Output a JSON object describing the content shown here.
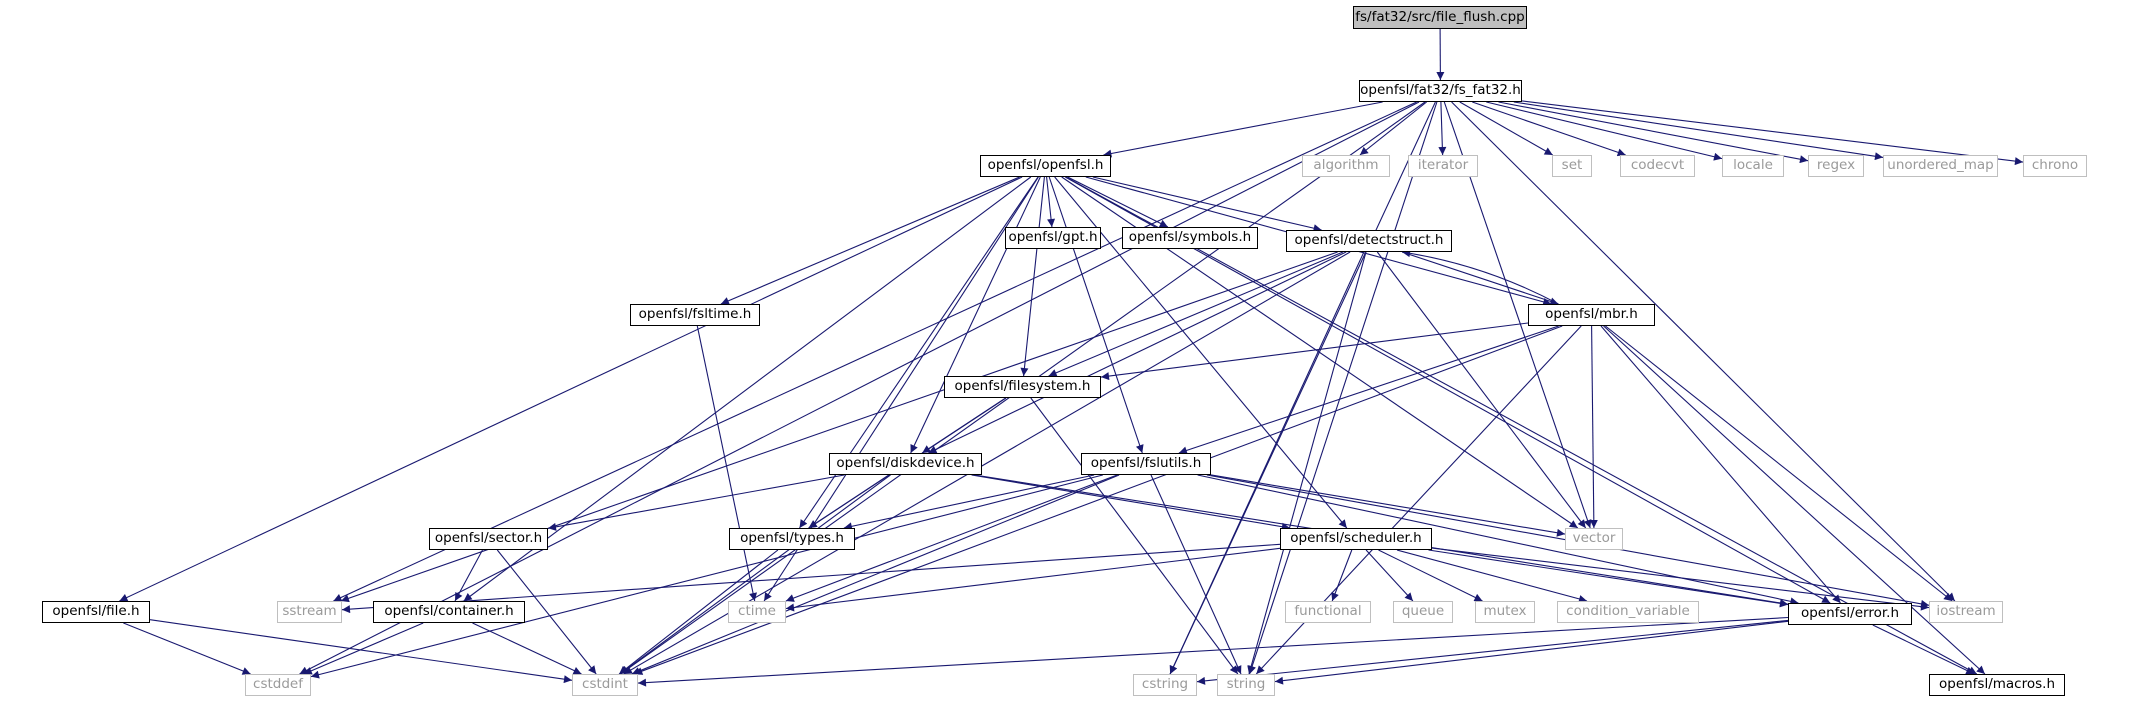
{
  "diagram": {
    "title": "",
    "edge_color": "#191970",
    "nodes": [
      {
        "id": "file_flush",
        "label": "fs/fat32/src/file_flush.cpp",
        "kind": "root"
      },
      {
        "id": "fs_fat32",
        "label": "openfsl/fat32/fs_fat32.h",
        "kind": "header"
      },
      {
        "id": "openfsl",
        "label": "openfsl/openfsl.h",
        "kind": "header"
      },
      {
        "id": "algorithm",
        "label": "algorithm",
        "kind": "system"
      },
      {
        "id": "iterator",
        "label": "iterator",
        "kind": "system"
      },
      {
        "id": "set",
        "label": "set",
        "kind": "system"
      },
      {
        "id": "codecvt",
        "label": "codecvt",
        "kind": "system"
      },
      {
        "id": "locale",
        "label": "locale",
        "kind": "system"
      },
      {
        "id": "regex",
        "label": "regex",
        "kind": "system"
      },
      {
        "id": "unordered_map",
        "label": "unordered_map",
        "kind": "system"
      },
      {
        "id": "chrono",
        "label": "chrono",
        "kind": "system"
      },
      {
        "id": "gpt",
        "label": "openfsl/gpt.h",
        "kind": "header"
      },
      {
        "id": "symbols",
        "label": "openfsl/symbols.h",
        "kind": "header"
      },
      {
        "id": "detectstruct",
        "label": "openfsl/detectstruct.h",
        "kind": "header"
      },
      {
        "id": "fsltime",
        "label": "openfsl/fsltime.h",
        "kind": "header"
      },
      {
        "id": "mbr",
        "label": "openfsl/mbr.h",
        "kind": "header"
      },
      {
        "id": "filesystem",
        "label": "openfsl/filesystem.h",
        "kind": "header"
      },
      {
        "id": "diskdevice",
        "label": "openfsl/diskdevice.h",
        "kind": "header"
      },
      {
        "id": "fslutils",
        "label": "openfsl/fslutils.h",
        "kind": "header"
      },
      {
        "id": "vector",
        "label": "vector",
        "kind": "system"
      },
      {
        "id": "sector",
        "label": "openfsl/sector.h",
        "kind": "header"
      },
      {
        "id": "types",
        "label": "openfsl/types.h",
        "kind": "header"
      },
      {
        "id": "scheduler",
        "label": "openfsl/scheduler.h",
        "kind": "header"
      },
      {
        "id": "file",
        "label": "openfsl/file.h",
        "kind": "header"
      },
      {
        "id": "sstream",
        "label": "sstream",
        "kind": "system"
      },
      {
        "id": "container",
        "label": "openfsl/container.h",
        "kind": "header"
      },
      {
        "id": "ctime",
        "label": "ctime",
        "kind": "system"
      },
      {
        "id": "functional",
        "label": "functional",
        "kind": "system"
      },
      {
        "id": "queue",
        "label": "queue",
        "kind": "system"
      },
      {
        "id": "mutex",
        "label": "mutex",
        "kind": "system"
      },
      {
        "id": "condition_variable",
        "label": "condition_variable",
        "kind": "system"
      },
      {
        "id": "error",
        "label": "openfsl/error.h",
        "kind": "header"
      },
      {
        "id": "iostream",
        "label": "iostream",
        "kind": "system"
      },
      {
        "id": "cstddef",
        "label": "cstddef",
        "kind": "system"
      },
      {
        "id": "cstdint",
        "label": "cstdint",
        "kind": "system"
      },
      {
        "id": "cstring",
        "label": "cstring",
        "kind": "system"
      },
      {
        "id": "string",
        "label": "string",
        "kind": "system"
      },
      {
        "id": "macros",
        "label": "openfsl/macros.h",
        "kind": "header"
      }
    ],
    "edges": [
      [
        "file_flush",
        "fs_fat32"
      ],
      [
        "fs_fat32",
        "openfsl"
      ],
      [
        "fs_fat32",
        "algorithm"
      ],
      [
        "fs_fat32",
        "iterator"
      ],
      [
        "fs_fat32",
        "set"
      ],
      [
        "fs_fat32",
        "codecvt"
      ],
      [
        "fs_fat32",
        "locale"
      ],
      [
        "fs_fat32",
        "regex"
      ],
      [
        "fs_fat32",
        "unordered_map"
      ],
      [
        "fs_fat32",
        "chrono"
      ],
      [
        "fs_fat32",
        "iostream"
      ],
      [
        "fs_fat32",
        "vector"
      ],
      [
        "fs_fat32",
        "string"
      ],
      [
        "fs_fat32",
        "sstream"
      ],
      [
        "fs_fat32",
        "cstddef"
      ],
      [
        "fs_fat32",
        "cstdint"
      ],
      [
        "fs_fat32",
        "cstring"
      ],
      [
        "openfsl",
        "gpt"
      ],
      [
        "openfsl",
        "symbols"
      ],
      [
        "openfsl",
        "detectstruct"
      ],
      [
        "openfsl",
        "fsltime"
      ],
      [
        "openfsl",
        "mbr"
      ],
      [
        "openfsl",
        "filesystem"
      ],
      [
        "openfsl",
        "diskdevice"
      ],
      [
        "openfsl",
        "fslutils"
      ],
      [
        "openfsl",
        "types"
      ],
      [
        "openfsl",
        "scheduler"
      ],
      [
        "openfsl",
        "file"
      ],
      [
        "openfsl",
        "container"
      ],
      [
        "openfsl",
        "ctime"
      ],
      [
        "openfsl",
        "error"
      ],
      [
        "openfsl",
        "macros"
      ],
      [
        "openfsl",
        "vector"
      ],
      [
        "detectstruct",
        "mbr"
      ],
      [
        "detectstruct",
        "filesystem"
      ],
      [
        "detectstruct",
        "diskdevice"
      ],
      [
        "detectstruct",
        "vector"
      ],
      [
        "detectstruct",
        "sstream"
      ],
      [
        "detectstruct",
        "cstdint"
      ],
      [
        "detectstruct",
        "cstring"
      ],
      [
        "detectstruct",
        "string"
      ],
      [
        "mbr",
        "detectstruct"
      ],
      [
        "mbr",
        "filesystem"
      ],
      [
        "mbr",
        "fslutils"
      ],
      [
        "mbr",
        "vector"
      ],
      [
        "mbr",
        "error"
      ],
      [
        "mbr",
        "iostream"
      ],
      [
        "mbr",
        "cstdint"
      ],
      [
        "mbr",
        "string"
      ],
      [
        "mbr",
        "macros"
      ],
      [
        "fsltime",
        "ctime"
      ],
      [
        "filesystem",
        "diskdevice"
      ],
      [
        "filesystem",
        "types"
      ],
      [
        "filesystem",
        "string"
      ],
      [
        "diskdevice",
        "sector"
      ],
      [
        "diskdevice",
        "types"
      ],
      [
        "diskdevice",
        "scheduler"
      ],
      [
        "diskdevice",
        "error"
      ],
      [
        "diskdevice",
        "cstdint"
      ],
      [
        "fslutils",
        "types"
      ],
      [
        "fslutils",
        "vector"
      ],
      [
        "fslutils",
        "ctime"
      ],
      [
        "fslutils",
        "error"
      ],
      [
        "fslutils",
        "iostream"
      ],
      [
        "fslutils",
        "cstdint"
      ],
      [
        "fslutils",
        "cstddef"
      ],
      [
        "fslutils",
        "string"
      ],
      [
        "sector",
        "container"
      ],
      [
        "sector",
        "cstdint"
      ],
      [
        "types",
        "cstdint"
      ],
      [
        "scheduler",
        "sstream"
      ],
      [
        "scheduler",
        "ctime"
      ],
      [
        "scheduler",
        "functional"
      ],
      [
        "scheduler",
        "queue"
      ],
      [
        "scheduler",
        "mutex"
      ],
      [
        "scheduler",
        "condition_variable"
      ],
      [
        "scheduler",
        "error"
      ],
      [
        "scheduler",
        "iostream"
      ],
      [
        "file",
        "cstddef"
      ],
      [
        "file",
        "cstdint"
      ],
      [
        "container",
        "cstddef"
      ],
      [
        "container",
        "cstdint"
      ],
      [
        "error",
        "macros"
      ],
      [
        "error",
        "string"
      ],
      [
        "error",
        "cstring"
      ],
      [
        "error",
        "cstdint"
      ]
    ]
  }
}
